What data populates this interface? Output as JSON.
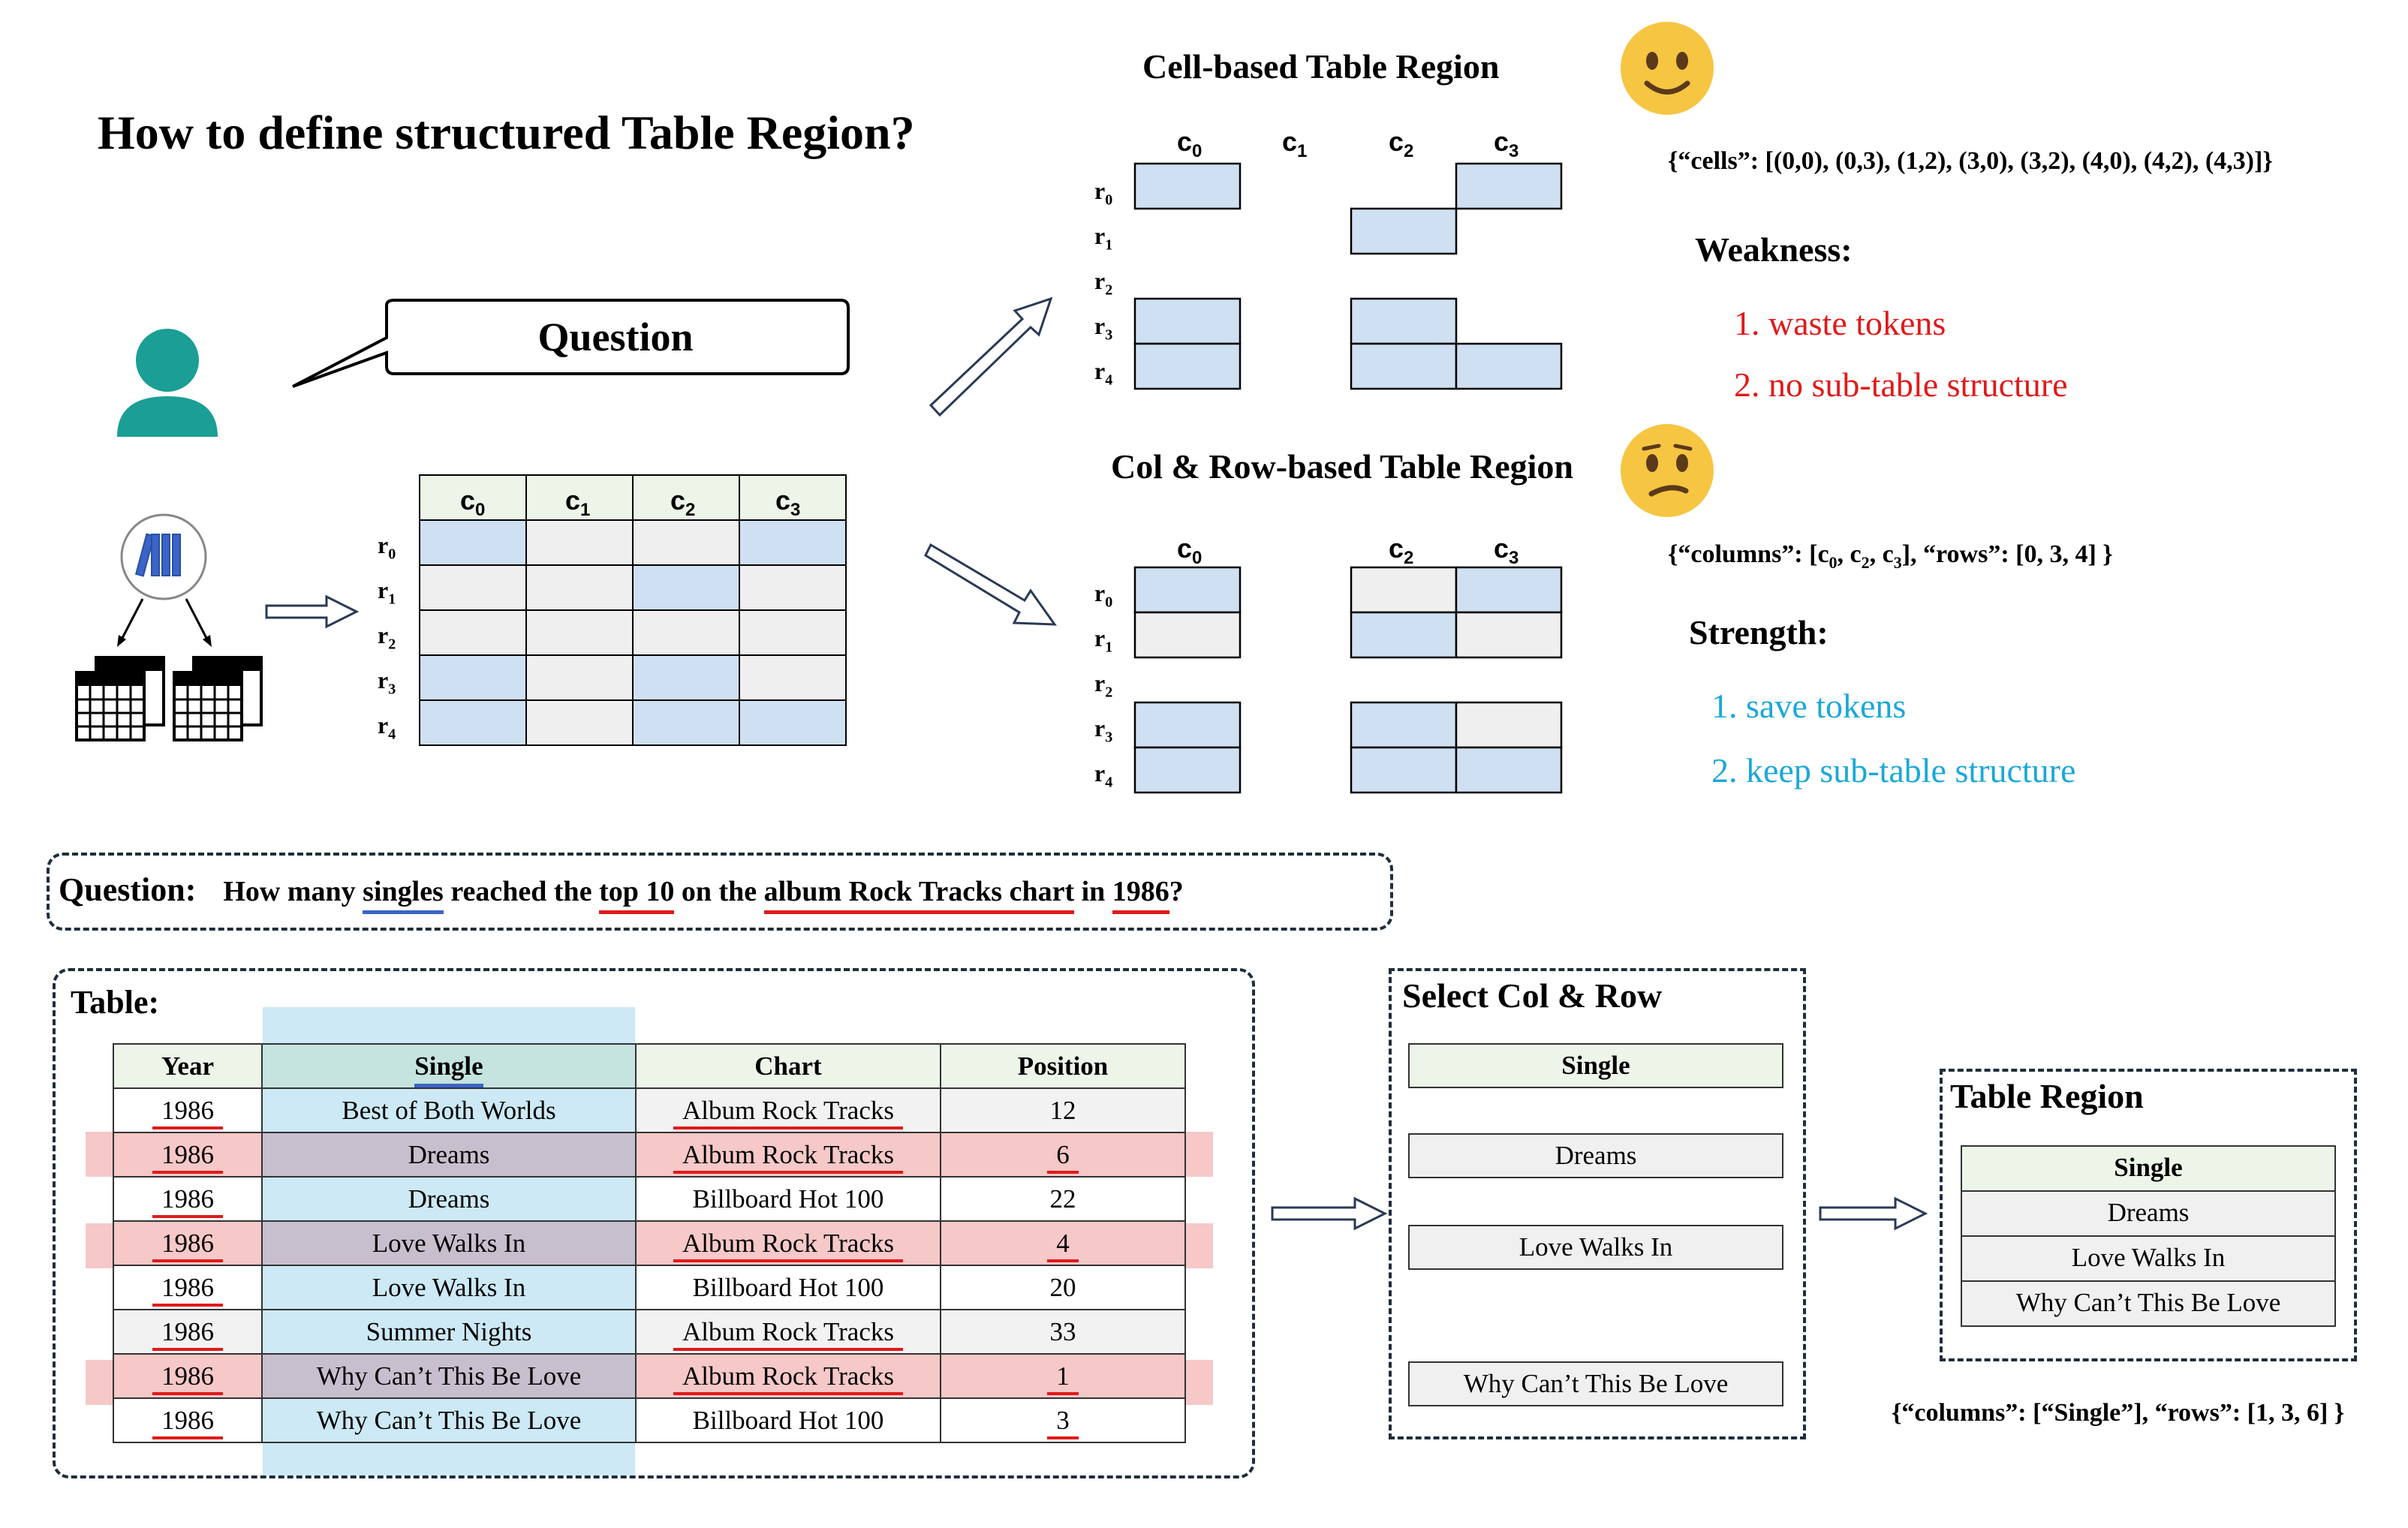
{
  "title": "How to define structured Table Region?",
  "question_bubble": "Question",
  "colors": {
    "blue_cell": "#cfe0f3",
    "grey_cell": "#efefef",
    "header_green": "#edf5e9",
    "red": "#e01a1a",
    "cyan": "#1ba8d8",
    "user": "#1a9e96",
    "highlight_col": "#cce9f5",
    "highlight_row": "#f6c8c8"
  },
  "icons": [
    "user-icon",
    "database-icon",
    "table-icon",
    "arrow-icon",
    "smile-emoji",
    "confused-emoji"
  ],
  "col_labels": [
    "c",
    "c",
    "c",
    "c"
  ],
  "col_subs": [
    "0",
    "1",
    "2",
    "3"
  ],
  "row_labels": [
    "r",
    "r",
    "r",
    "r",
    "r"
  ],
  "row_subs": [
    "0",
    "1",
    "2",
    "3",
    "4"
  ],
  "cell_based": {
    "title": "Cell-based Table Region",
    "json": "{“cells”: [(0,0), (0,3), (1,2), (3,0), (3,2), (4,0), (4,2), (4,3)]}",
    "weakness_title": "Weakness:",
    "weaknesses": [
      "1. waste tokens",
      "2. no sub-table structure"
    ]
  },
  "col_row_based": {
    "title": "Col & Row-based Table Region",
    "json_prefix": "{“columns”: [c",
    "json_mid1": ", c",
    "json_mid2": ", c",
    "json_suffix": "], “rows”: [0, 3, 4] }",
    "strength_title": "Strength:",
    "strengths": [
      "1. save tokens",
      "2. keep sub-table structure"
    ]
  },
  "question": {
    "label": "Question:",
    "parts": [
      "How many ",
      "singles",
      " reached the ",
      "top 10",
      " on the ",
      "album Rock Tracks chart",
      " in ",
      "1986",
      "?"
    ]
  },
  "table": {
    "label": "Table:",
    "headers": [
      "Year",
      "Single",
      "Chart",
      "Position"
    ],
    "rows": [
      [
        "1986",
        "Best of Both Worlds",
        "Album Rock Tracks",
        "12"
      ],
      [
        "1986",
        "Dreams",
        "Album Rock Tracks",
        "6"
      ],
      [
        "1986",
        "Dreams",
        "Billboard Hot 100",
        "22"
      ],
      [
        "1986",
        "Love Walks In",
        "Album Rock Tracks",
        "4"
      ],
      [
        "1986",
        "Love Walks In",
        "Billboard Hot 100",
        "20"
      ],
      [
        "1986",
        "Summer Nights",
        "Album Rock Tracks",
        "33"
      ],
      [
        "1986",
        "Why Can’t This Be Love",
        "Album Rock Tracks",
        "1"
      ],
      [
        "1986",
        "Why Can’t This Be Love",
        "Billboard Hot 100",
        "3"
      ]
    ]
  },
  "select": {
    "title": "Select Col & Row",
    "header": "Single",
    "items": [
      "Dreams",
      "Love Walks In",
      "Why Can’t This Be Love"
    ]
  },
  "region": {
    "title": "Table Region",
    "header": "Single",
    "items": [
      "Dreams",
      "Love Walks In",
      "Why Can’t This Be Love"
    ],
    "json": "{“columns”: [“Single”], “rows”: [1, 3, 6] }"
  }
}
